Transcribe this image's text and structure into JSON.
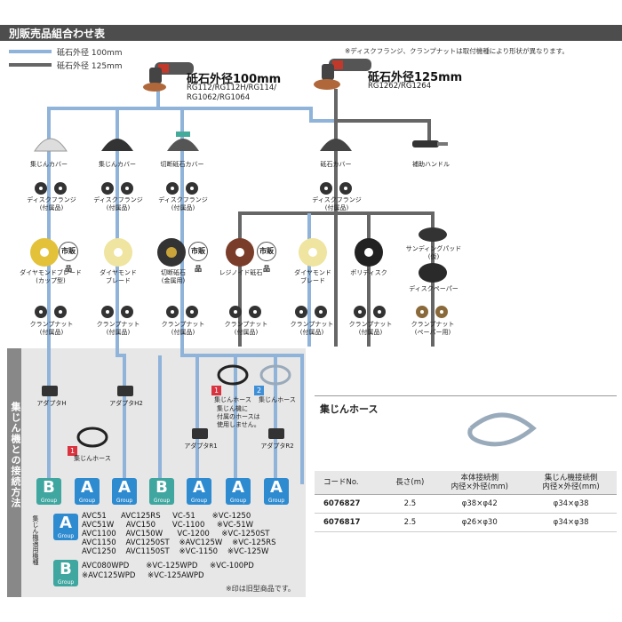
{
  "header": {
    "title": "別販売品組合わせ表"
  },
  "legend": {
    "items": [
      {
        "label": "砥石外径 100mm",
        "color": "#8fb3d9"
      },
      {
        "label": "砥石外径 125mm",
        "color": "#666666"
      }
    ]
  },
  "note": "※ディスクフランジ、クランプナットは取付機種により形状が異なります。",
  "grinders": [
    {
      "title": "砥石外径100mm",
      "models": "RG112/RG112H/RG114/\nRG1062/RG1064"
    },
    {
      "title": "砥石外径125mm",
      "models": "RG1262/RG1264"
    }
  ],
  "row1": {
    "items": [
      "集じんカバー",
      "集じんカバー",
      "切断砥石カバー",
      "砥石カバー",
      "補助ハンドル"
    ]
  },
  "row2": {
    "items": [
      "ディスクフランジ\n(付属品)",
      "ディスクフランジ\n(付属品)",
      "ディスクフランジ\n(付属品)",
      "ディスクフランジ\n(付属品)"
    ]
  },
  "row3": {
    "shiban": "市販品",
    "items": [
      "ダイヤモンドブレード\n(カップ型)",
      "ダイヤモンド\nブレード",
      "切断砥石\n(金属用)",
      "レジノイド砥石",
      "ダイヤモンド\nブレード",
      "ポリディスク",
      "サンディングパッド",
      "ディスクペーパー"
    ],
    "sanding_sub": "(仮)"
  },
  "row4": {
    "items": [
      "クランプナット\n(付属品)",
      "クランプナット\n(付属品)",
      "クランプナット\n(付属品)",
      "クランプナット\n(付属品)",
      "クランプナット\n(付属品)",
      "クランプナット\n(付属品)",
      "クランプナット\n(ペーパー用)"
    ]
  },
  "connection": {
    "side_title": "集じん機との接続方法",
    "adapters": [
      "アダプタH",
      "アダプタH2",
      "アダプタR1",
      "アダプタR2"
    ],
    "hose_labels": [
      "集じんホース",
      "集じんホース",
      "集じんホース"
    ],
    "hose_note": "集じん機に\n付属のホースは\n使用しません。",
    "badge_numbers": [
      "1",
      "1",
      "2"
    ],
    "groups": [
      "B",
      "A",
      "A",
      "B",
      "A",
      "A",
      "A"
    ],
    "group_word": "Group",
    "compat_title": "集じん機適用機種",
    "group_a_models": [
      "AVC51      AVC125RS     VC-51       ※VC-1250",
      "AVC51W     AVC150       VC-1100     ※VC-51W",
      "AVC1100    AVC150W      VC-1200     ※VC-1250ST",
      "AVC1150    AVC1250ST    ※AVC125W    ※VC-125RS",
      "AVC1250    AVC1150ST    ※VC-1150    ※VC-125W"
    ],
    "group_b_models": [
      "AVC080WPD       ※VC-125WPD     ※VC-100PD",
      "※AVC125WPD     ※VC-125AWPD"
    ],
    "footnote": "※印は旧型商品です。"
  },
  "hose": {
    "title": "集じんホース",
    "columns": [
      "コードNo.",
      "長さ(m)",
      "本体接続側\n内径×外径(mm)",
      "集じん機接続側\n内径×外径(mm)"
    ],
    "rows": [
      [
        "6076827",
        "2.5",
        "φ38×φ42",
        "φ34×φ38"
      ],
      [
        "6076817",
        "2.5",
        "φ26×φ30",
        "φ34×φ38"
      ]
    ]
  },
  "colors": {
    "line_100": "#8fb3d9",
    "line_125": "#666666",
    "group_a": "#2f8bd0",
    "group_b": "#3fa6a0"
  }
}
